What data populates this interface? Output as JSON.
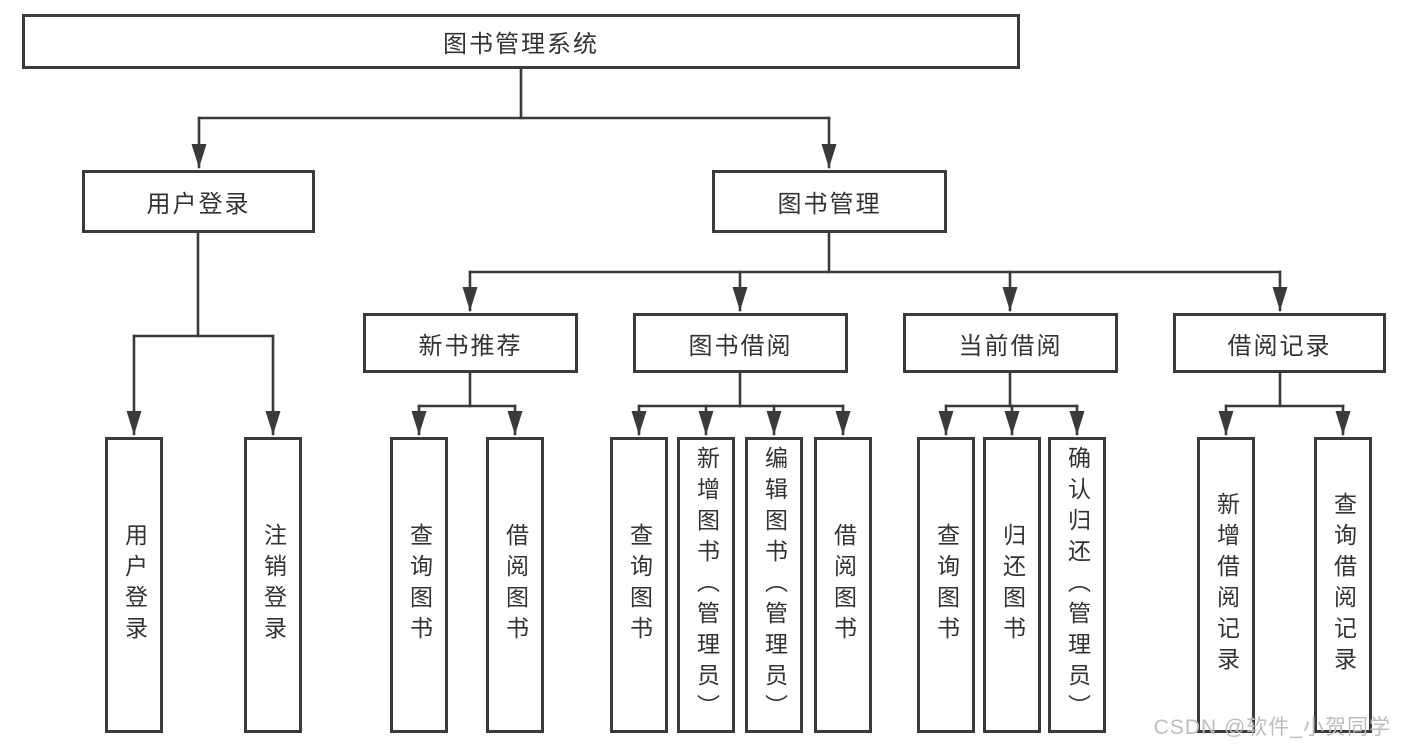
{
  "diagram": {
    "nodes": {
      "root": "图书管理系统",
      "user_login": "用户登录",
      "book_management": "图书管理",
      "new_book_recommend": "新书推荐",
      "book_borrowing": "图书借阅",
      "current_borrowing": "当前借阅",
      "borrowing_records": "借阅记录"
    },
    "leaves": [
      {
        "label": "用户登录"
      },
      {
        "label": "注销登录"
      },
      {
        "label": "查询图书"
      },
      {
        "label": "借阅图书"
      },
      {
        "label": "查询图书"
      },
      {
        "label": "新增图书（管理员）"
      },
      {
        "label": "编辑图书（管理员）"
      },
      {
        "label": "借阅图书"
      },
      {
        "label": "查询图书"
      },
      {
        "label": "归还图书"
      },
      {
        "label": "确认归还（管理员）"
      },
      {
        "label": "新增借阅记录"
      },
      {
        "label": "查询借阅记录"
      }
    ]
  },
  "watermark": "CSDN @软件_小贺同学",
  "colors": {
    "line": "#3a3a3a",
    "box_border": "#3a3a3a",
    "text": "#333333",
    "watermark": "#bdbdbd",
    "background": "#ffffff"
  }
}
